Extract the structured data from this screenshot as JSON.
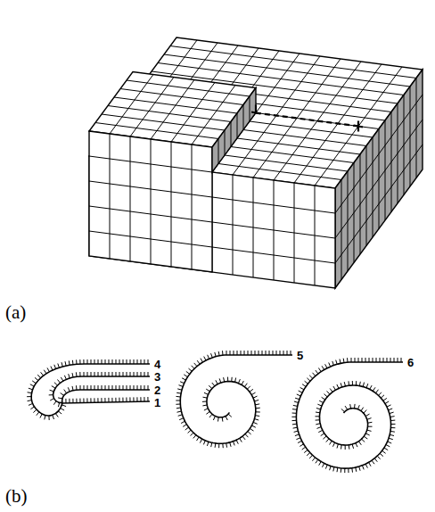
{
  "diagram": {
    "labels": [
      "(a)",
      "4",
      "3",
      "2",
      "1",
      "5",
      "6",
      "(b)"
    ]
  }
}
